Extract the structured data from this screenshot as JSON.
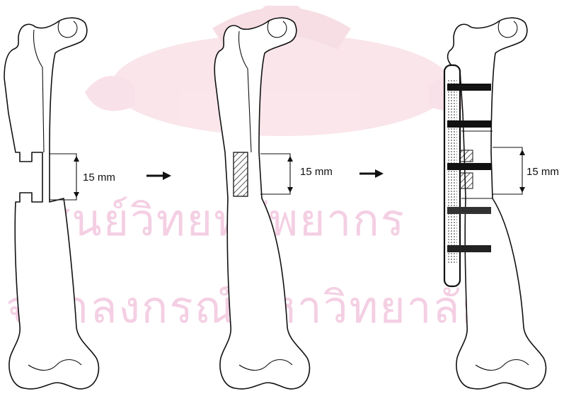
{
  "watermark": {
    "line1": "ศูนย์วิทยทรัพยากร",
    "line2": "จุฬาลงกรณ์มหาวิทยาลัย",
    "color": "#f4cfe3",
    "emblem_color": "#f6d7e2"
  },
  "panels": [
    {
      "measurement_label": "15 mm"
    },
    {
      "measurement_label": "15 mm"
    },
    {
      "measurement_label": "15 mm"
    }
  ],
  "arrows": [
    {
      "icon": "right-arrow-icon"
    },
    {
      "icon": "right-arrow-icon"
    }
  ]
}
